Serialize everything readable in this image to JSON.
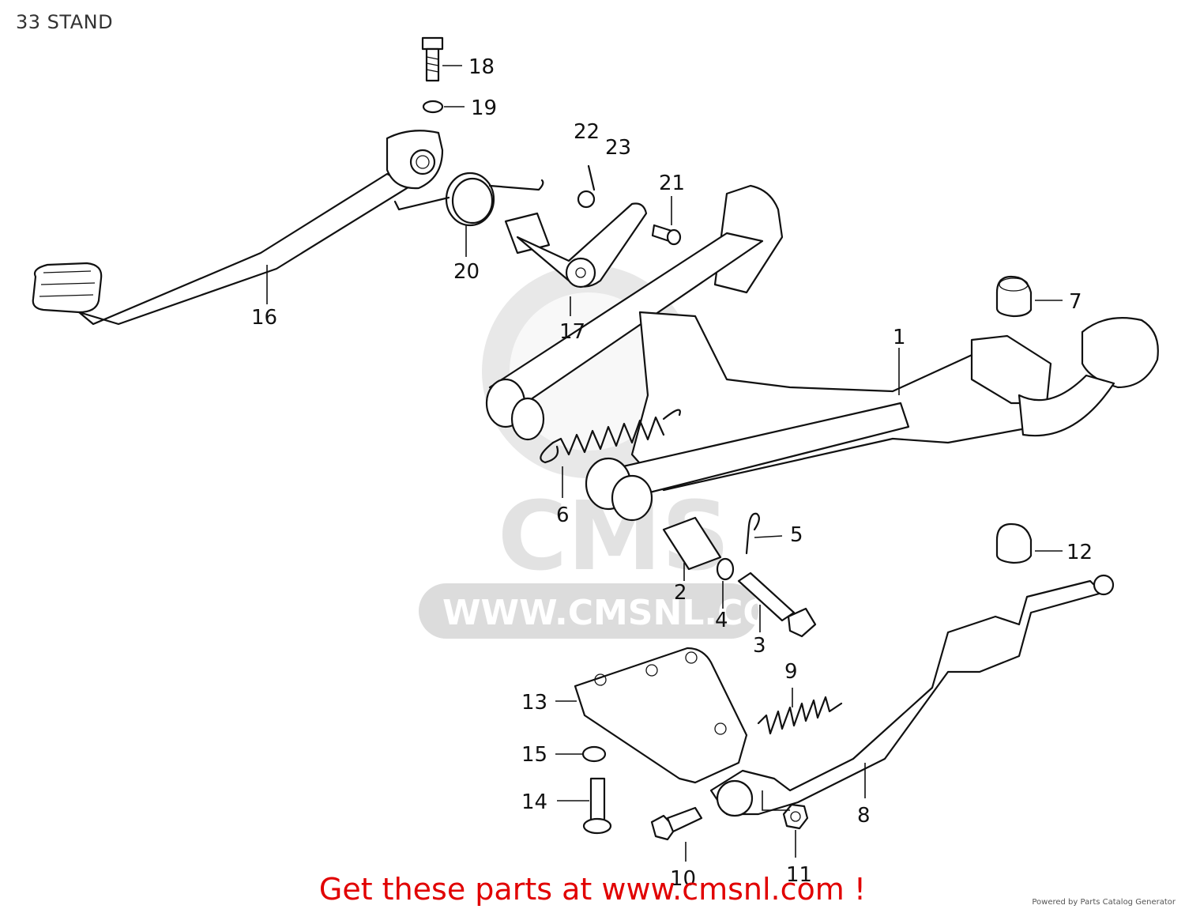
{
  "title": "33 STAND",
  "watermark": {
    "logo": "CMS",
    "url": "WWW.CMSNL.COM"
  },
  "callouts": [
    "1",
    "2",
    "3",
    "4",
    "5",
    "6",
    "7",
    "8",
    "9",
    "10",
    "11",
    "12",
    "13",
    "14",
    "15",
    "16",
    "17",
    "18",
    "19",
    "20",
    "21",
    "22",
    "23"
  ],
  "footer": {
    "cta": "Get these parts at www.cmsnl.com !",
    "credit": "Powered by Parts Catalog Generator"
  },
  "colors": {
    "cta": "#e10000",
    "line": "#111111",
    "watermark": "#d6d6d6"
  }
}
